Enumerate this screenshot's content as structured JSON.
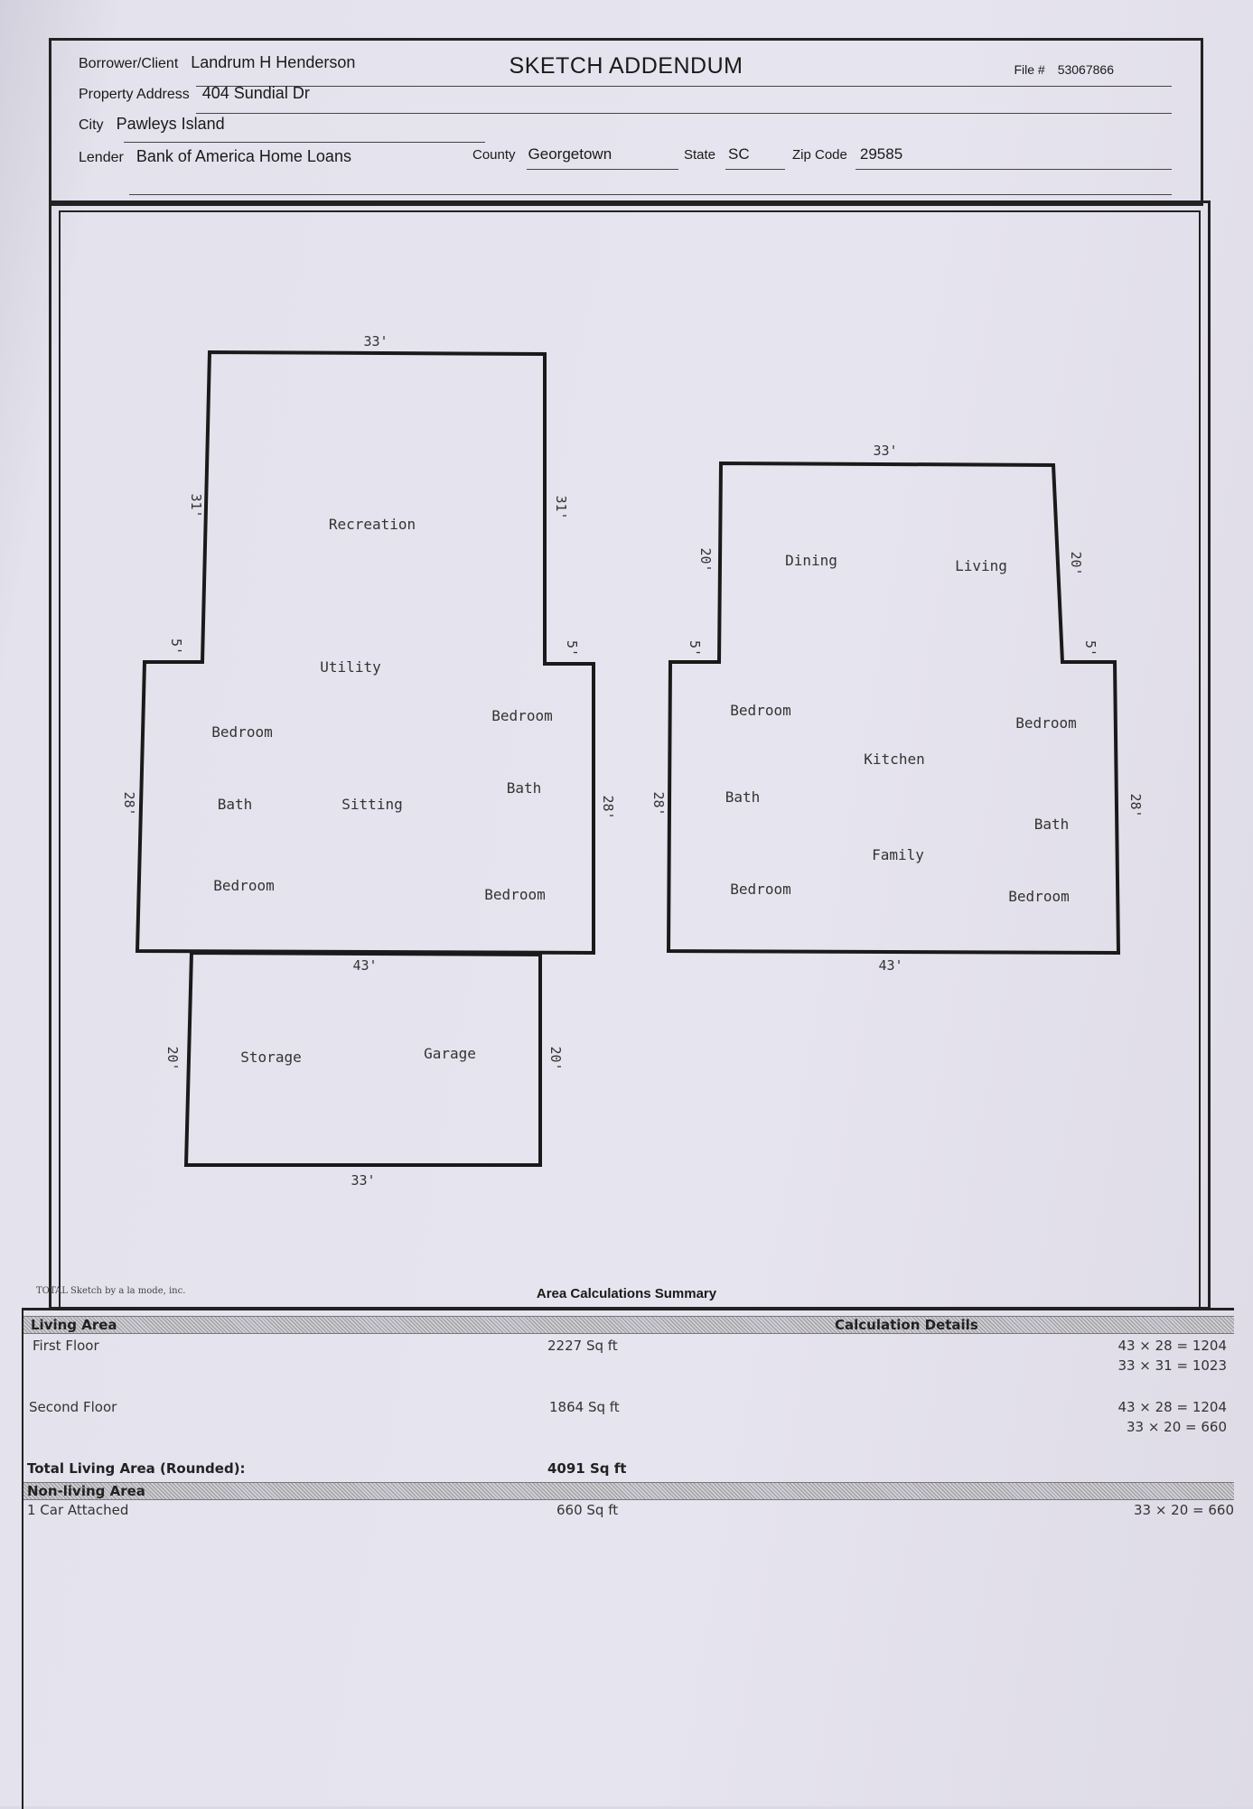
{
  "header": {
    "title": "SKETCH ADDENDUM",
    "file_label": "File #",
    "file_number": "53067866",
    "borrower_label": "Borrower/Client",
    "borrower": "Landrum H Henderson",
    "address_label": "Property Address",
    "address": "404 Sundial Dr",
    "city_label": "City",
    "city": "Pawleys Island",
    "county_label": "County",
    "county": "Georgetown",
    "state_label": "State",
    "state": "SC",
    "zip_label": "Zip Code",
    "zip": "29585",
    "lender_label": "Lender",
    "lender": "Bank of America Home Loans"
  },
  "sketch": {
    "left_plan": {
      "dims": [
        "33'",
        "31'",
        "31'",
        "5'",
        "5'",
        "28'",
        "28'",
        "43'",
        "20'",
        "20'",
        "33'"
      ],
      "rooms": [
        "Recreation",
        "Utility",
        "Bedroom",
        "Bedroom",
        "Bath",
        "Sitting",
        "Bath",
        "Bedroom",
        "Bedroom",
        "Storage",
        "Garage"
      ]
    },
    "right_plan": {
      "dims": [
        "33'",
        "20'",
        "20'",
        "5'",
        "5'",
        "28'",
        "28'",
        "43'"
      ],
      "rooms": [
        "Dining",
        "Living",
        "Bedroom",
        "Bedroom",
        "Kitchen",
        "Bath",
        "Bath",
        "Family",
        "Bedroom",
        "Bedroom"
      ]
    }
  },
  "credit": "TOTAL Sketch by a la mode, inc.",
  "summary": {
    "title": "Area Calculations Summary",
    "living_area_label": "Living Area",
    "details_label": "Calculation Details",
    "rows": [
      {
        "name": "First Floor",
        "area": "2227 Sq ft",
        "calc1": "43 × 28 = 1204",
        "calc2": "33 × 31 = 1023"
      },
      {
        "name": "Second Floor",
        "area": "1864 Sq ft",
        "calc1": "43 × 28 = 1204",
        "calc2": "33 × 20 = 660"
      }
    ],
    "total_label": "Total Living Area (Rounded):",
    "total_value": "4091 Sq ft",
    "non_living_label": "Non-living Area",
    "non_living_rows": [
      {
        "name": "1 Car Attached",
        "area": "660 Sq ft",
        "calc": "33 × 20 = 660"
      }
    ]
  }
}
